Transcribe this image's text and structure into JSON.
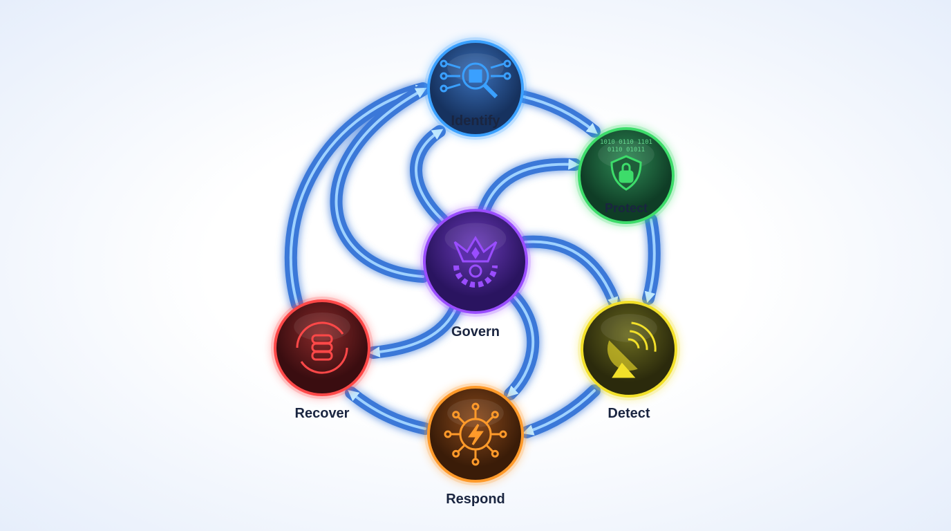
{
  "diagram": {
    "nodes": [
      {
        "id": "identify",
        "label": "Identify",
        "icon": "magnifier-chip-icon",
        "color": "#3aa0ff"
      },
      {
        "id": "protect",
        "label": "Protect",
        "icon": "shield-lock-icon",
        "color": "#3ddc6a"
      },
      {
        "id": "detect",
        "label": "Detect",
        "icon": "radar-dish-icon",
        "color": "#f2e02a"
      },
      {
        "id": "respond",
        "label": "Respond",
        "icon": "lightning-network-icon",
        "color": "#ff9a2a"
      },
      {
        "id": "recover",
        "label": "Recover",
        "icon": "database-refresh-icon",
        "color": "#ff4848"
      },
      {
        "id": "govern",
        "label": "Govern",
        "icon": "crown-gear-icon",
        "color": "#9a4dff"
      }
    ],
    "protect_binary": "1010 0110 1101 0110 01011",
    "connector_color": "#3a78d8"
  }
}
